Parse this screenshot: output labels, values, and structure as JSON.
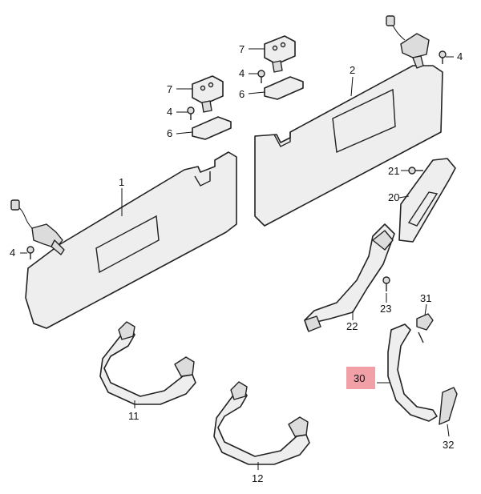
{
  "diagram": {
    "highlight_color": "#f2a0a8",
    "highlighted_part": "30",
    "labels": {
      "l1": "1",
      "l2": "2",
      "l4a": "4",
      "l4b": "4",
      "l4c": "4",
      "l4d": "4",
      "l6a": "6",
      "l6b": "6",
      "l7a": "7",
      "l7b": "7",
      "l11": "11",
      "l12": "12",
      "l20": "20",
      "l21": "21",
      "l22": "22",
      "l23": "23",
      "l30": "30",
      "l31": "31",
      "l32": "32"
    }
  }
}
